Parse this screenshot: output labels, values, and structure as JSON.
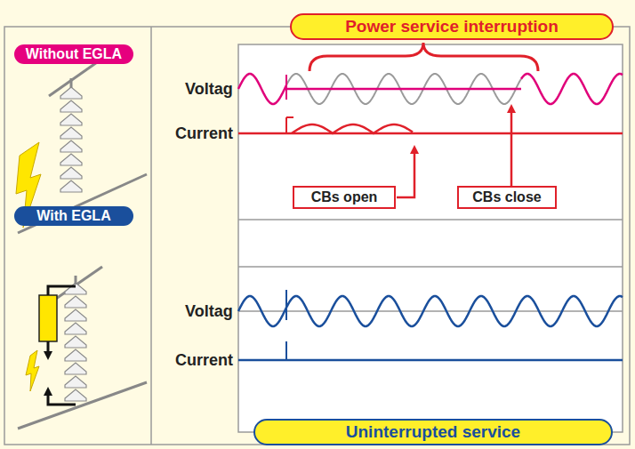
{
  "diagram": {
    "nodes": [
      {
        "text": [
          "Power service interruption"
        ]
      },
      {
        "text": [
          "Without EGLA"
        ]
      },
      {
        "text": [
          "CBs open"
        ]
      },
      {
        "text": [
          "CBs close"
        ]
      },
      {
        "text": [
          "With EGLA"
        ]
      },
      {
        "text": [
          "Uninterrupted service"
        ]
      }
    ],
    "labels": [
      "Voltag",
      "Current",
      "Voltag",
      "Current"
    ]
  }
}
